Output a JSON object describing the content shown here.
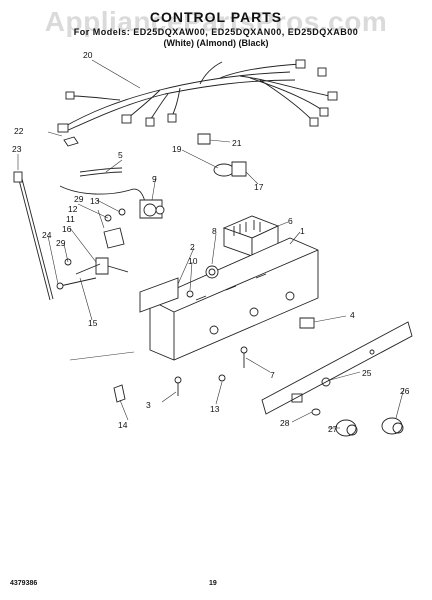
{
  "watermark": "AppliancePartsPros.com",
  "header": {
    "title": "CONTROL PARTS",
    "subtitle": "For Models: ED25DQXAW00, ED25DQXAN00, ED25DQXAB00",
    "variants": "(White)  (Almond)  (Black)"
  },
  "footer": {
    "doc_number": "4379386",
    "page_number": "19"
  },
  "callouts": [
    "1",
    "2",
    "3",
    "4",
    "5",
    "6",
    "7",
    "8",
    "9",
    "10",
    "11",
    "12",
    "13",
    "13",
    "14",
    "15",
    "16",
    "17",
    "19",
    "20",
    "21",
    "22",
    "23",
    "24",
    "25",
    "26",
    "27",
    "28",
    "29",
    "29"
  ]
}
